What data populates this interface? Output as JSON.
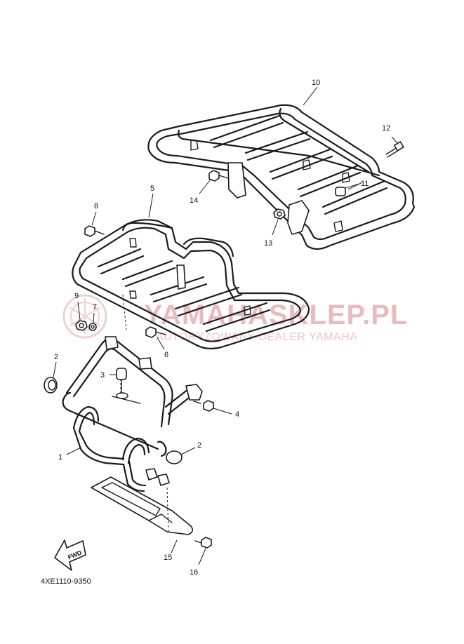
{
  "diagram_code": "4XE1110-9350",
  "direction_label": "FWD",
  "watermark": {
    "title": "YAMAHASKLEP.PL",
    "subtitle": "AUTORYZOWANY DEALER YAMAHA"
  },
  "callouts": {
    "p1": "1",
    "p2a": "2",
    "p2b": "2",
    "p3": "3",
    "p4": "4",
    "p5": "5",
    "p6": "6",
    "p7": "7",
    "p8": "8",
    "p9": "9",
    "p10": "10",
    "p11": "11",
    "p12": "12",
    "p13": "13",
    "p14": "14",
    "p15": "15",
    "p16": "16"
  }
}
